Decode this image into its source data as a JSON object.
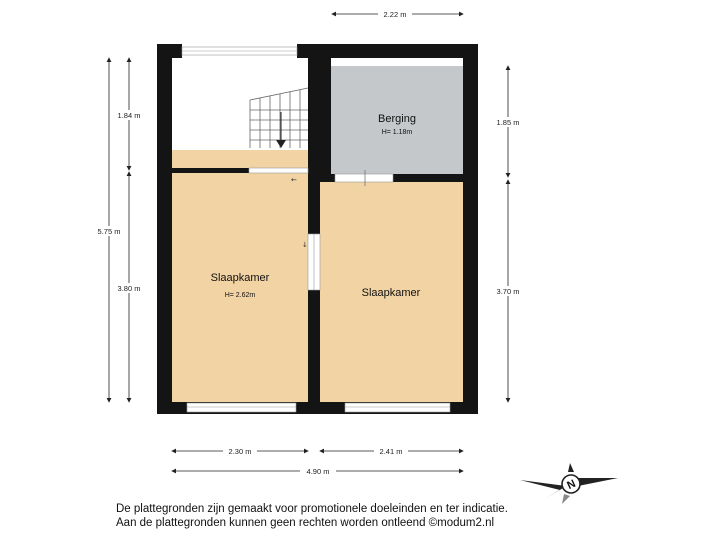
{
  "rooms": {
    "berging": {
      "name": "Berging",
      "height": "H= 1.18m"
    },
    "slaapkamer_left": {
      "name": "Slaapkamer",
      "height": "H= 2.62m"
    },
    "slaapkamer_right": {
      "name": "Slaapkamer"
    }
  },
  "dimensions": {
    "top": "2.22 m",
    "left_total": "5.75 m",
    "left_upper": "1.84 m",
    "left_lower": "3.80 m",
    "right_upper": "1.85 m",
    "right_lower": "3.70 m",
    "bottom_left": "2.30 m",
    "bottom_right": "2.41 m",
    "bottom_total": "4.90 m"
  },
  "compass": {
    "label": "N"
  },
  "disclaimer": {
    "line1": "De plattegronden zijn gemaakt voor promotionele doeleinden en ter indicatie.",
    "line2": "Aan de plattegronden kunnen geen rechten worden ontleend ©modum2.nl"
  },
  "colors": {
    "wall": "#141414",
    "room_floor": "#f2d3a4",
    "storage_floor": "#c4c8ca",
    "window": "#b9c0c4"
  }
}
